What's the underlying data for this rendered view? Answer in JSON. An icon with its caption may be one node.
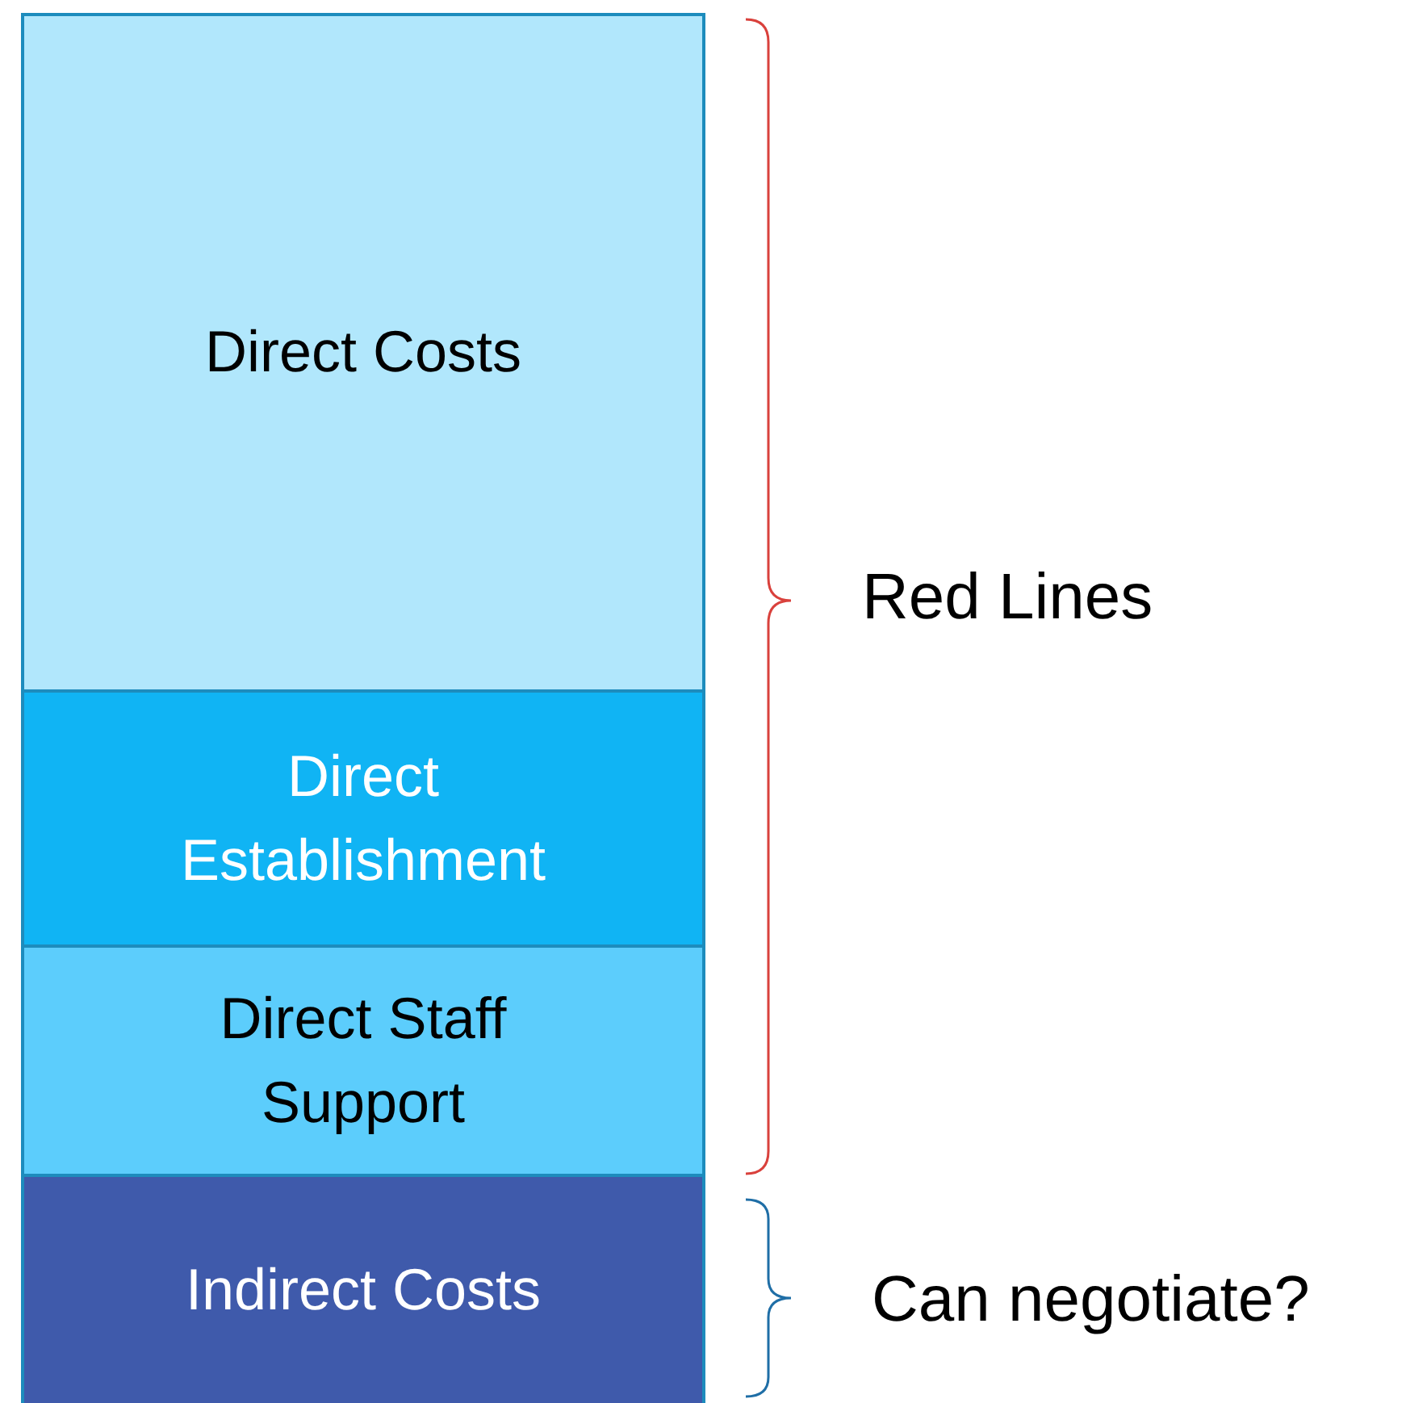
{
  "diagram": {
    "nodes": [
      {
        "text": [
          "Direct Costs"
        ]
      },
      {
        "text": [
          "Direct Establishment"
        ]
      },
      {
        "text": [
          "Direct Staff Support"
        ]
      },
      {
        "text": [
          "Indirect Costs"
        ]
      }
    ],
    "labels": [
      "Red Lines",
      "Can negotiate?"
    ]
  }
}
